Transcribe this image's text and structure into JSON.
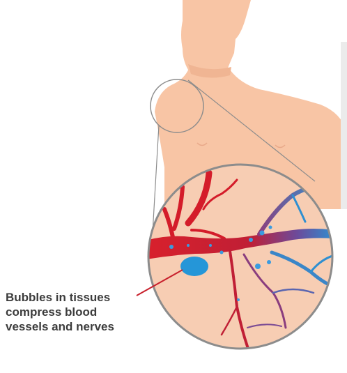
{
  "callout": {
    "lines": [
      "Bubbles in tissues",
      "compress blood",
      "vessels and nerves"
    ]
  },
  "colors": {
    "skin": "#f8c5a5",
    "skin_shadow": "#f0b593",
    "tissue": "#f7cdb3",
    "artery": "#d41c2a",
    "vein": "#2e8fd1",
    "bubble": "#2596d8",
    "magnifier_ring": "#8c8c8c",
    "leader_line": "#c8202c",
    "text": "#3c3c3c"
  },
  "icons": [
    "human-torso-figure",
    "magnifier-lens",
    "gas-bubble"
  ]
}
